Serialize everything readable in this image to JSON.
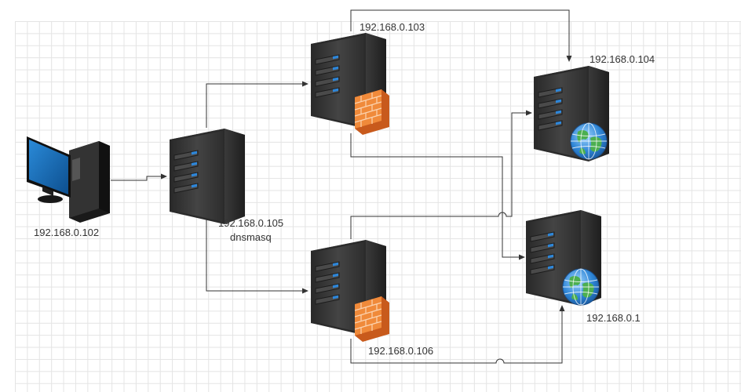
{
  "nodes": {
    "client": {
      "ip": "192.168.0.102",
      "icon": "desktop-computer-icon"
    },
    "dns_server": {
      "ip": "192.168.0.105",
      "role": "dnsmasq",
      "icon": "server-icon"
    },
    "firewall_top": {
      "ip": "192.168.0.103",
      "icon": "server-firewall-icon"
    },
    "firewall_bottom": {
      "ip": "192.168.0.106",
      "icon": "server-firewall-icon"
    },
    "web_server_top": {
      "ip": "192.168.0.104",
      "icon": "server-globe-icon"
    },
    "web_server_bottom": {
      "ip": "192.168.0.1",
      "icon": "server-globe-icon"
    }
  },
  "colors": {
    "grid": "#e4e4e4",
    "connector": "#333333",
    "server_body": "#3d3d3d",
    "server_led": "#2e86d8",
    "firewall": "#e8782c",
    "globe": "#3a8fd9",
    "monitor_screen": "#1c6fb8"
  }
}
